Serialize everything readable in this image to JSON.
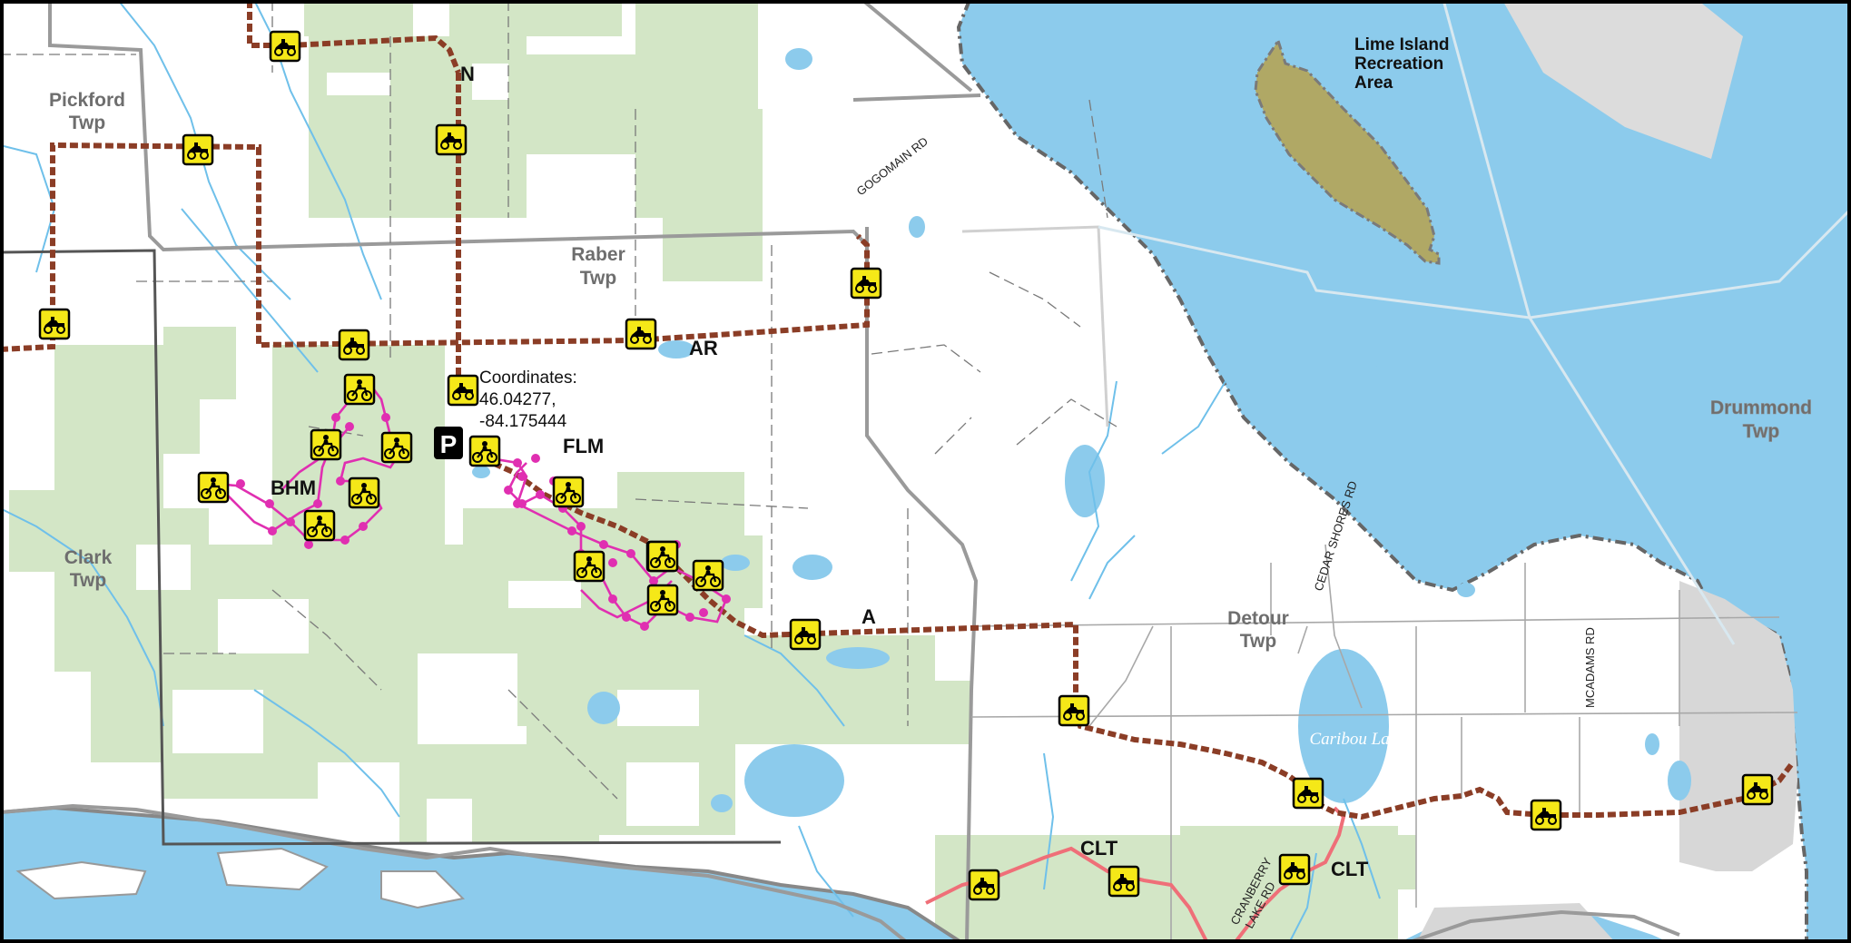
{
  "map": {
    "townships": [
      {
        "id": "pickford",
        "line1": "Pickford",
        "line2": "Twp"
      },
      {
        "id": "raber",
        "line1": "Raber",
        "line2": "Twp"
      },
      {
        "id": "clark",
        "line1": "Clark",
        "line2": "Twp"
      },
      {
        "id": "detour",
        "line1": "Detour",
        "line2": "Twp"
      },
      {
        "id": "drummond",
        "line1": "Drummond",
        "line2": "Twp"
      }
    ],
    "area_label": {
      "line1": "Lime Island",
      "line2": "Recreation",
      "line3": "Area"
    },
    "trail_labels": [
      "N",
      "AR",
      "FLM",
      "BHM",
      "A",
      "CLT",
      "CLT"
    ],
    "road_labels": [
      "GOGOMAIN RD",
      "CEDAR SHORES RD",
      "MCADAMS RD",
      "CRANBERRY",
      "LAKE RD"
    ],
    "water_labels": [
      "Caribou Lake"
    ],
    "parking": {
      "symbol": "P"
    },
    "coordinates": {
      "label": "Coordinates:",
      "lat": "46.04277,",
      "lon": "-84.175444"
    },
    "icons": {
      "atv": "atv-trail-icon",
      "motorcycle": "motorcycle-trail-icon",
      "parking": "parking-icon"
    },
    "colors": {
      "water": "#8ccbec",
      "state_land": "#d3e6c6",
      "lime_island": "#b0a865",
      "atv_trail": "#8b3d26",
      "motorcycle_trail": "#e02fb1",
      "clt_trail": "#ef6f78",
      "icon_fill": "#f5e818",
      "town": "#d7d7d7"
    }
  }
}
